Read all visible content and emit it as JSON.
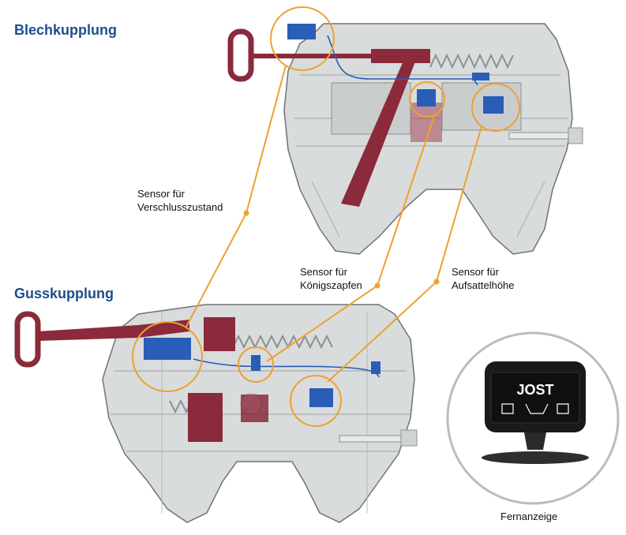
{
  "headings": {
    "sheet": "Blechkupplung",
    "cast": "Gusskupplung"
  },
  "labels": {
    "lock_sensor": "Sensor für\nVerschlusszustand",
    "kingpin_sensor": "Sensor für\nKönigszapfen",
    "height_sensor": "Sensor für\nAufsattelhöhe",
    "remote": "Fernanzeige"
  },
  "display": {
    "brand": "JOST"
  },
  "colors": {
    "heading": "#1f4e8c",
    "callout": "#f0a030",
    "plate": "#d9dcdc",
    "handle": "#8a2a3a",
    "sensor": "#2a5db8"
  }
}
